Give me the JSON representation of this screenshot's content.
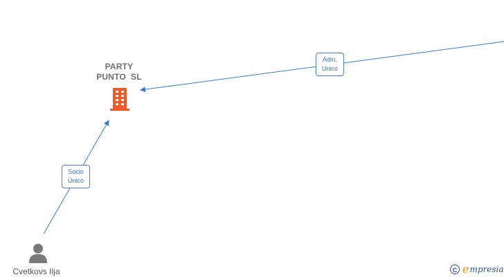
{
  "company": {
    "name_line1": "PARTY",
    "name_line2": "PUNTO  SL",
    "icon": "building-icon",
    "icon_color": "#f05a28"
  },
  "person": {
    "name": "Cvetkovs Ilja",
    "icon": "person-icon",
    "icon_color": "#7a7a7a"
  },
  "edges": [
    {
      "id": "socio",
      "label_line1": "Socio",
      "label_line2": "Único",
      "from": "person",
      "to": "company"
    },
    {
      "id": "adm",
      "label_line1": "Adm.",
      "label_line2": "Unico",
      "from": "offscreen-right",
      "to": "company"
    }
  ],
  "colors": {
    "edge": "#3a78d1",
    "label_border": "#4a7cc9",
    "label_text": "#3a6fbf"
  },
  "brand": {
    "copyright_symbol": "C",
    "initial": "e",
    "name": "mpresia"
  }
}
